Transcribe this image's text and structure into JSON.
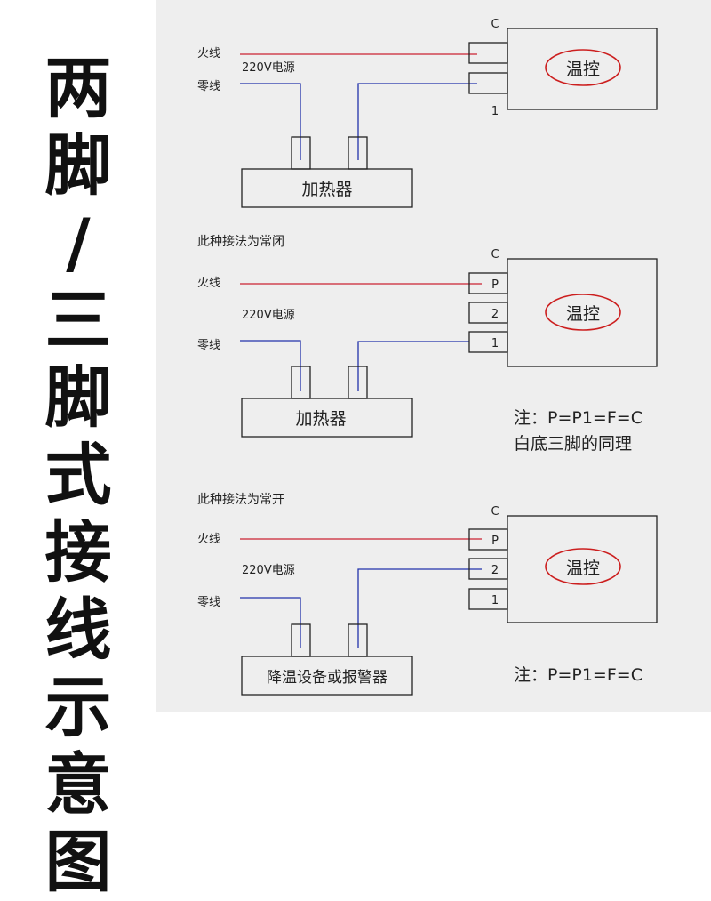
{
  "title_chars": [
    "两",
    "脚",
    "/",
    "三",
    "脚",
    "式",
    "接",
    "线",
    "示",
    "意",
    "图"
  ],
  "colors": {
    "live_wire": "#cc2233",
    "neutral_wire": "#2233aa",
    "ellipse": "#cc1f1f",
    "panel_bg": "#eeeeee"
  },
  "labels": {
    "live": "火线",
    "neutral": "零线",
    "power": "220V电源",
    "thermostat": "温控",
    "heater": "加热器",
    "cooling_device": "降温设备或报警器",
    "terminal_c": "C",
    "terminal_1": "1",
    "terminal_2": "2",
    "terminal_p": "P"
  },
  "sections": {
    "two_pin": {
      "caption": ""
    },
    "three_pin_nc": {
      "caption": "此种接法为常闭",
      "note_line1": "注：P=P1=F=C",
      "note_line2": "白底三脚的同理"
    },
    "three_pin_no": {
      "caption": "此种接法为常开",
      "note_line1": "注：P=P1=F=C"
    }
  }
}
